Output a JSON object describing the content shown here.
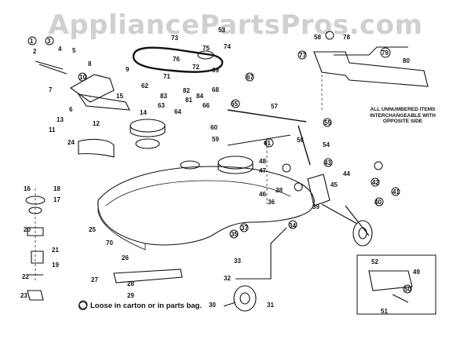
{
  "watermark": "AppliancePartsPros.com",
  "note": "ALL UNNUMBERED ITEMS INTERCHANGEABLE WITH OPPOSITE SIDE",
  "footnote": "Loose in carton or in parts bag.",
  "callouts": {
    "c1": "1",
    "c2": "2",
    "c3": "3",
    "c4": "4",
    "c5": "5",
    "c6": "6",
    "c7": "7",
    "c8": "8",
    "c9": "9",
    "c10": "10",
    "c11": "11",
    "c12": "12",
    "c13": "13",
    "c14": "14",
    "c15": "15",
    "c16": "16",
    "c17": "17",
    "c18": "18",
    "c19": "19",
    "c20": "20",
    "c21": "21",
    "c22": "22",
    "c23": "23",
    "c24": "24",
    "c25": "25",
    "c26": "26",
    "c27": "27",
    "c28": "28",
    "c29": "29",
    "c30": "30",
    "c31": "31",
    "c32": "32",
    "c33": "33",
    "c34": "34",
    "c35": "35",
    "c36": "36",
    "c37": "37",
    "c38": "38",
    "c39": "39",
    "c40": "40",
    "c41": "41",
    "c42": "42",
    "c43": "43",
    "c44": "44",
    "c45": "45",
    "c46": "46",
    "c47": "47",
    "c48": "48",
    "c49": "49",
    "c50": "50",
    "c51": "51",
    "c52": "52",
    "c53": "53",
    "c54": "54",
    "c55": "55",
    "c56": "56",
    "c57": "57",
    "c58": "58",
    "c59": "59",
    "c60": "60",
    "c61": "61",
    "c62": "62",
    "c63": "63",
    "c64": "64",
    "c65": "65",
    "c66": "66",
    "c67": "67",
    "c68": "68",
    "c69": "69",
    "c70": "70",
    "c71": "71",
    "c72": "72",
    "c73": "73",
    "c74": "74",
    "c75": "75",
    "c76": "76",
    "c77": "77",
    "c78": "78",
    "c79": "79",
    "c80": "80",
    "c81": "81",
    "c82": "82",
    "c83": "83",
    "c84": "84"
  },
  "colors": {
    "ink": "#111111",
    "watermark": "#aaaaaa"
  }
}
